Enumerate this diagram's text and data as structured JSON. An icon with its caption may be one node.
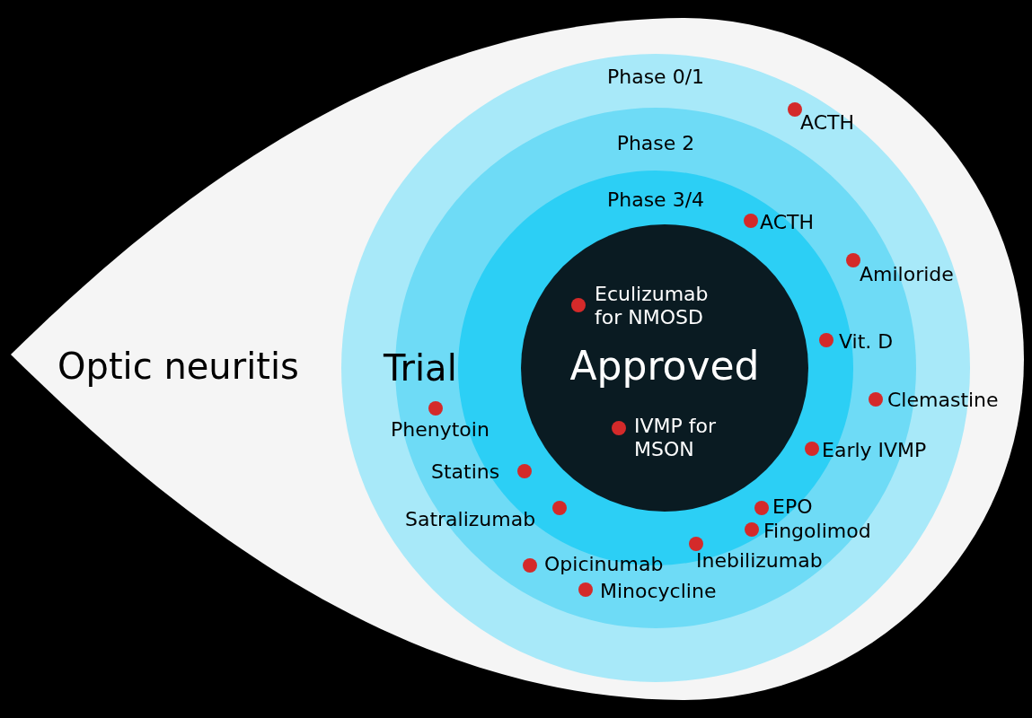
{
  "diagram": {
    "nodes": [
      {
        "text": [
          "Optic neuritis"
        ]
      },
      {
        "text": [
          "Phase 0/1"
        ],
        "in": 0
      },
      {
        "text": [
          "Phase 2"
        ],
        "in": 1
      },
      {
        "text": [
          "Phase 3/4"
        ],
        "in": 2
      },
      {
        "text": [
          "Approved"
        ],
        "in": 3
      },
      {
        "text": [
          "ACTH"
        ],
        "in": 1
      },
      {
        "text": [
          "ACTH"
        ],
        "in": 3
      },
      {
        "text": [
          "Amiloride"
        ],
        "in": 2
      },
      {
        "text": [
          "Eculizumab for NMOSD"
        ],
        "in": 4
      },
      {
        "text": [
          "Vit. D"
        ],
        "in": 3
      },
      {
        "text": [
          "Clemastine"
        ],
        "in": 2
      },
      {
        "text": [
          "Phenytoin"
        ],
        "in": 2
      },
      {
        "text": [
          "IVMP for MSON"
        ],
        "in": 4
      },
      {
        "text": [
          "Early IVMP"
        ],
        "in": 3
      },
      {
        "text": [
          "Statins"
        ],
        "in": 3
      },
      {
        "text": [
          "EPO"
        ],
        "in": 3
      },
      {
        "text": [
          "Satralizumab"
        ],
        "in": 3
      },
      {
        "text": [
          "Fingolimod"
        ],
        "in": 3
      },
      {
        "text": [
          "Inebilizumab"
        ],
        "in": 3
      },
      {
        "text": [
          "Opicinumab"
        ],
        "in": 2
      },
      {
        "text": [
          "Minocycline"
        ],
        "in": 2
      }
    ],
    "labels": [
      "Trial"
    ]
  }
}
